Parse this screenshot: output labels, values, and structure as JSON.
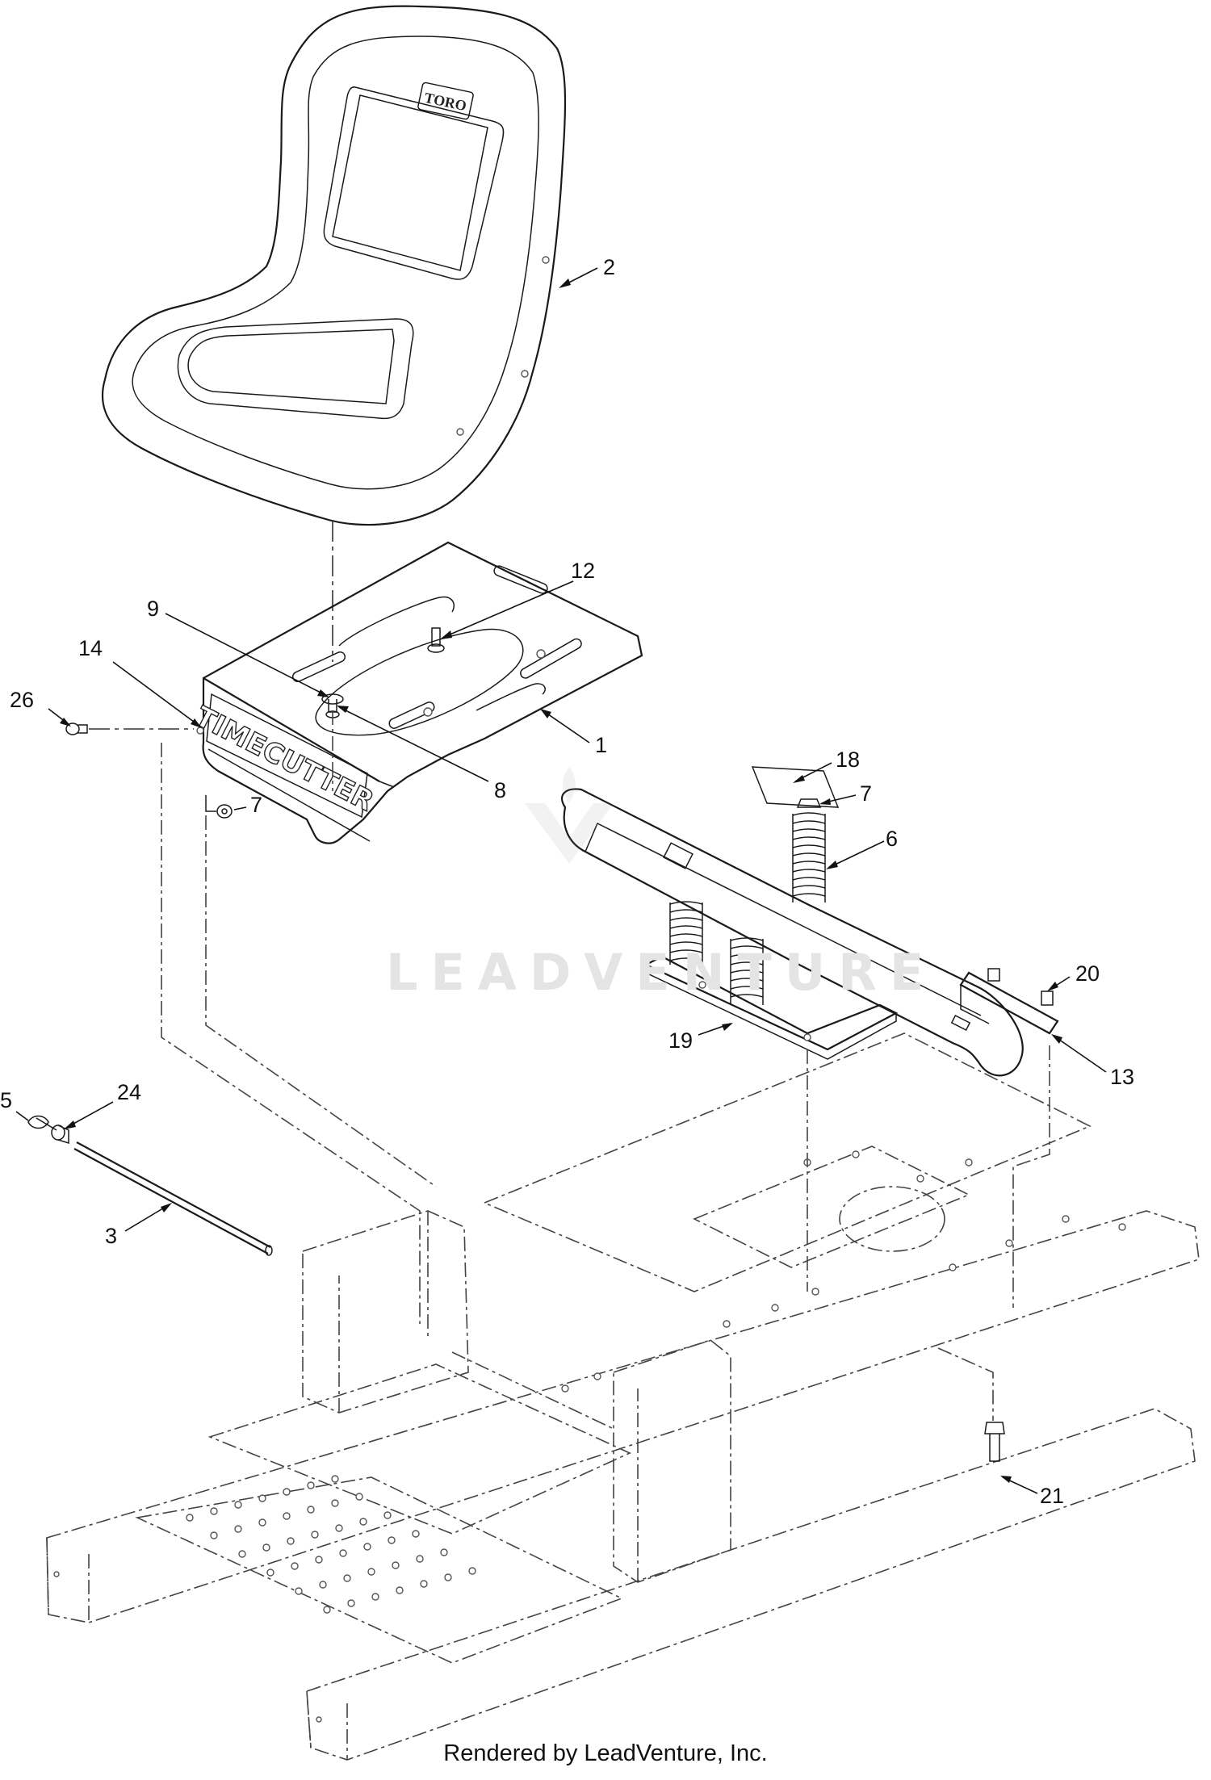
{
  "diagram": {
    "callouts": {
      "c1": "1",
      "c2": "2",
      "c3": "3",
      "c5": "5",
      "c6": "6",
      "c7a": "7",
      "c7b": "7",
      "c8": "8",
      "c9": "9",
      "c12": "12",
      "c13": "13",
      "c14": "14",
      "c18": "18",
      "c19": "19",
      "c20": "20",
      "c21": "21",
      "c24": "24",
      "c26": "26"
    },
    "seat_logo": "TORO",
    "plate_logo": "TIMECUTTER",
    "watermark": "LEADVENTURE"
  },
  "footer": {
    "credit": "Rendered by LeadVenture, Inc."
  }
}
